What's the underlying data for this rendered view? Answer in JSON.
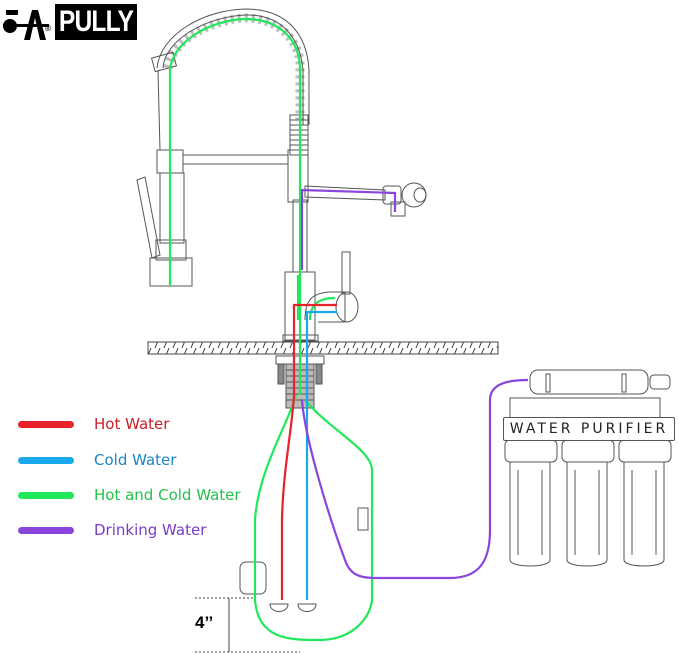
{
  "brand": {
    "logo_mark": "FA",
    "registered": "®",
    "name": "PULLY"
  },
  "legend": {
    "items": [
      {
        "label": "Hot Water",
        "color": "#e8212b",
        "text_color": "#c81e28"
      },
      {
        "label": "Cold Water",
        "color": "#1aa8ec",
        "text_color": "#1a86c8"
      },
      {
        "label": "Hot and Cold Water",
        "color": "#1fe85a",
        "text_color": "#22c24a"
      },
      {
        "label": "Drinking Water",
        "color": "#8a45dc",
        "text_color": "#7a3cc8"
      }
    ]
  },
  "purifier": {
    "label": "WATER PURIFIER"
  },
  "dimension": {
    "label": "4’’"
  }
}
